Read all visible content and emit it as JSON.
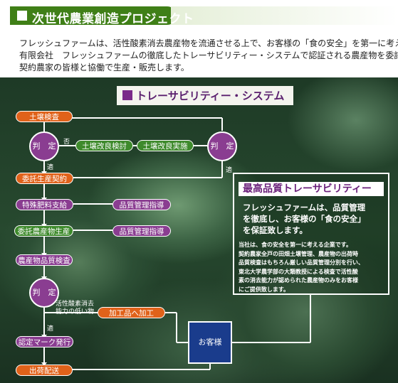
{
  "header": {
    "title": "次世代農業創造プロジェクト"
  },
  "intro": {
    "lines": [
      "フレッシュファームは、活性酸素消去農産物を流通させる上で、お客様の「食の安全」を第一に考え、",
      "有限会社　フレッシュファームの徹底したトレーサビリティー・システムで認証される農産物を委託",
      "契約農家の皆様と協働で生産・販売します。"
    ]
  },
  "diagram": {
    "title": "トレーサビリティー・システム",
    "flow": {
      "soil_test": "土壌検査",
      "judge1": "判　定",
      "nogo": "否",
      "soil_review": "土壌改良検討",
      "soil_impl": "土壌改良実施",
      "judge2": "判　定",
      "go1": "適",
      "go2": "適",
      "contract": "委託生産契約",
      "fertilizer": "特殊肥料支給",
      "qc1": "品質管理指導",
      "production": "委託農産物生産",
      "qc2": "品質管理指導",
      "inspection": "農産物品質検査",
      "judge3": "判　定",
      "low_activity_1": "活性酸素消去",
      "low_activity_2": "能力の低い物",
      "processed": "加工品へ加工",
      "go3": "適",
      "certification": "認定マーク発行",
      "shipping": "出荷配送",
      "customer": "お客様"
    }
  },
  "panel": {
    "title": "最高品質トレーサビリティー",
    "lead": [
      "フレッシュファームは、品質管理",
      "を徹底し、お客様の「食の安全」",
      "を保証致します。"
    ],
    "body": [
      "当社は、食の安全を第一に考える企業です。",
      "契約農家全戸の田畑土壌管理、農産物の出荷時",
      "品質検査はもちろん厳しい品質管理分別を行い、",
      "東北大学農学部の大類教授による検査で活性酸",
      "素の消去能力が認められた農産物のみをお客様",
      "にご提供致します。"
    ]
  },
  "colors": {
    "header_green": "#3f7f17",
    "orange": "#e0621a",
    "purple": "#8a3d91",
    "green": "#3e8a2c",
    "navy": "#1a3c8c"
  }
}
